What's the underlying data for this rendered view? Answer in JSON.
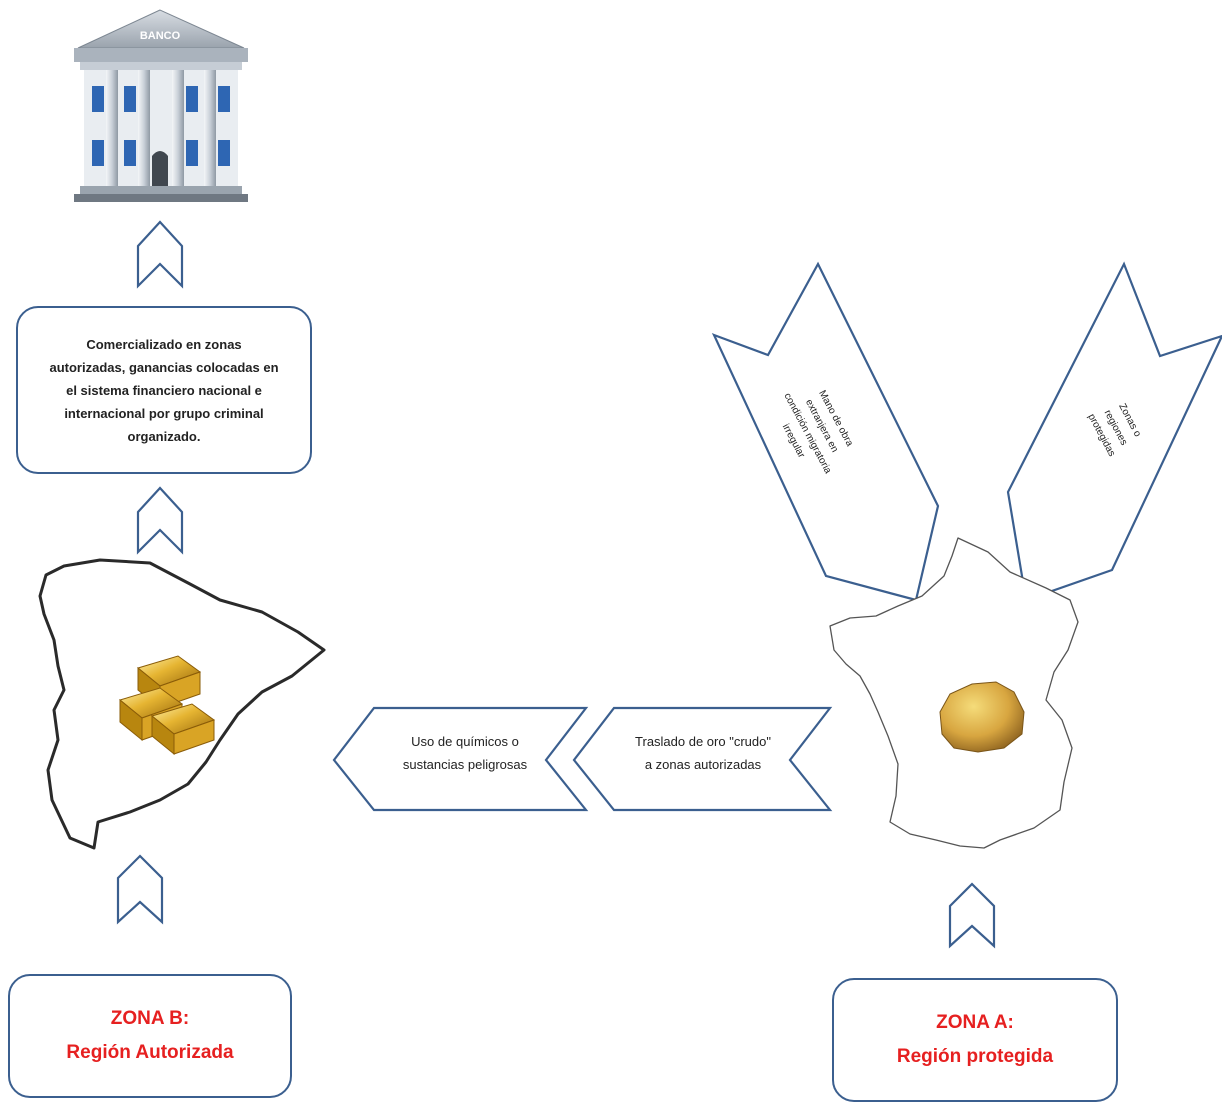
{
  "bank": {
    "sign": "BANCO"
  },
  "financial_box": {
    "text": "Comercializado en zonas autorizadas, ganancias colocadas en el sistema financiero nacional e internacional por grupo criminal organizado."
  },
  "flow_arrows": {
    "chemicals": "Uso de químicos o sustancias peligrosas",
    "transport": "Traslado de oro \"crudo\" a zonas autorizadas"
  },
  "input_arrows": {
    "labor": "Mano de obra extranjera en condición migratoria irregular",
    "regions": "Zonas o regiones protegidas"
  },
  "zone_b": {
    "title": "ZONA B:",
    "subtitle": "Región Autorizada"
  },
  "zone_a": {
    "title": "ZONA A:",
    "subtitle": "Región protegida"
  },
  "colors": {
    "outline": "#3b5f8f",
    "zone_text": "#e62020",
    "gold": "#e0b02a"
  },
  "icons": [
    "bank-icon",
    "gold-bars-icon",
    "gold-nugget-icon",
    "spain-map",
    "france-map",
    "chevron-up-icon"
  ]
}
